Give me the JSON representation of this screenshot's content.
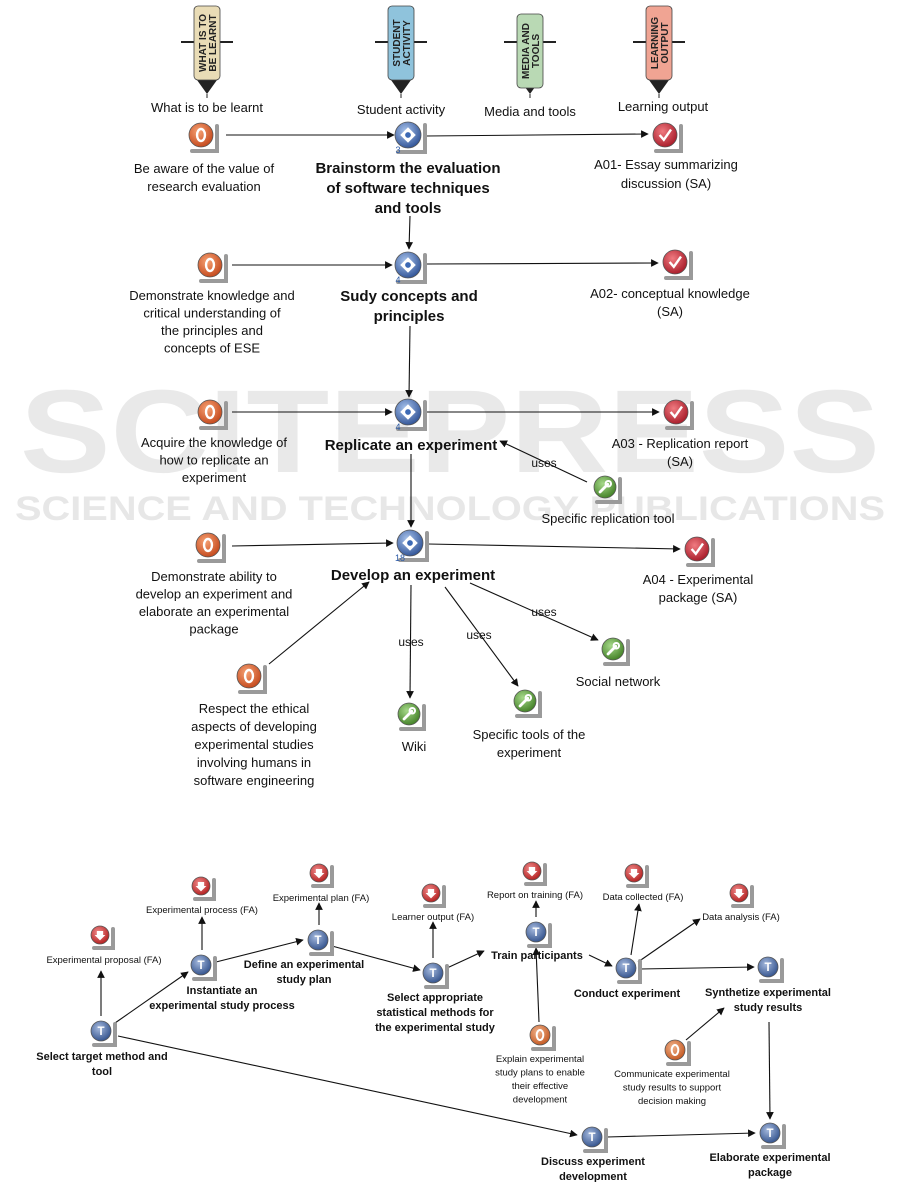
{
  "headers": [
    {
      "tag": "WHAT IS TO BE LEARNT",
      "label": "What is to be learnt",
      "color": "#e9dcb6"
    },
    {
      "tag": "STUDENT ACTIVITY",
      "label": "Student activity",
      "color": "#8fc3dc"
    },
    {
      "tag": "MEDIA AND TOOLS",
      "label": "Media and tools",
      "color": "#b9d9b4"
    },
    {
      "tag": "LEARNING OUTPUT",
      "label": "Learning output",
      "color": "#f0a493"
    }
  ],
  "watermark": {
    "main": "SCITEPRESS",
    "sub": "SCIENCE AND TECHNOLOGY PUBLICATIONS"
  },
  "colors": {
    "objective": "#d9531e",
    "activity": "#3d6ab5",
    "output": "#c8202f",
    "tool": "#5ea33a",
    "task": "#4a70b4",
    "resource": "#cf2828"
  },
  "upper": {
    "activities": [
      {
        "label": "Brainstorm the evaluation\nof software techniques\nand tools",
        "count": "3"
      },
      {
        "label": "Sudy concepts and\nprinciples",
        "count": "4"
      },
      {
        "label": "Replicate an experiment",
        "count": "4"
      },
      {
        "label": "Develop an experiment",
        "count": "18"
      }
    ],
    "objectives": [
      {
        "label": "Be aware of the value of\nresearch evaluation"
      },
      {
        "label": "Demonstrate knowledge and\ncritical understanding of\nthe principles and\nconcepts of ESE"
      },
      {
        "label": "Acquire the knowledge of\nhow to replicate an\nexperiment"
      },
      {
        "label": "Demonstrate ability to\ndevelop an experiment and\nelaborate an experimental\npackage"
      },
      {
        "label": "Respect the ethical\naspects of developing\nexperimental studies\ninvolving humans in\nsoftware engineering"
      }
    ],
    "outputs": [
      {
        "label": "A01- Essay summarizing\ndiscussion (SA)"
      },
      {
        "label": "A02- conceptual knowledge\n(SA)"
      },
      {
        "label": "A03 - Replication report\n(SA)"
      },
      {
        "label": "A04 - Experimental\npackage (SA)"
      }
    ],
    "tools": [
      {
        "label": "Specific replication tool"
      },
      {
        "label": "Social network"
      },
      {
        "label": "Specific tools of the\nexperiment"
      },
      {
        "label": "Wiki"
      }
    ],
    "uses_label": "uses"
  },
  "lower": {
    "tasks": [
      {
        "label": "Select target method and\ntool"
      },
      {
        "label": "Instantiate an\nexperimental study process"
      },
      {
        "label": "Define an experimental\nstudy plan"
      },
      {
        "label": "Select appropriate\nstatistical methods for\nthe experimental study"
      },
      {
        "label": "Train participants"
      },
      {
        "label": "Conduct experiment"
      },
      {
        "label": "Synthetize experimental\nstudy results"
      },
      {
        "label": "Discuss experiment\ndevelopment"
      },
      {
        "label": "Elaborate experimental\npackage"
      }
    ],
    "resources": [
      {
        "label": "Experimental proposal (FA)"
      },
      {
        "label": "Experimental process (FA)"
      },
      {
        "label": "Experimental plan (FA)"
      },
      {
        "label": "Learner output (FA)"
      },
      {
        "label": "Report on training (FA)"
      },
      {
        "label": "Data collected (FA)"
      },
      {
        "label": "Data analysis (FA)"
      }
    ],
    "objectives": [
      {
        "label": "Explain experimental\nstudy plans to enable\ntheir effective\ndevelopment"
      },
      {
        "label": "Communicate experimental\nstudy results to support\ndecision making"
      }
    ],
    "task_letter": "T",
    "objective_letter": "O"
  }
}
